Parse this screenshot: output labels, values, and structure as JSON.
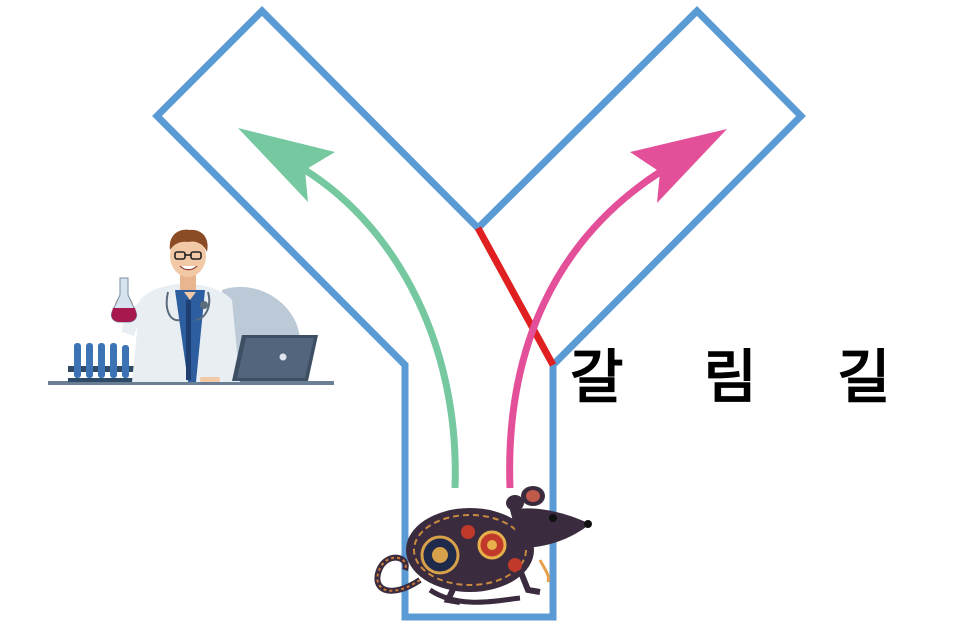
{
  "label": {
    "text": "갈 림 길"
  },
  "colors": {
    "maze_outline": "#5b9bd5",
    "left_arrow": "#76c8a0",
    "right_arrow": "#e44f9a",
    "barrier": "#e02020",
    "label": "#000000"
  },
  "icons": {
    "scientist": "scientist-illustration",
    "mouse": "mouse-illustration"
  }
}
